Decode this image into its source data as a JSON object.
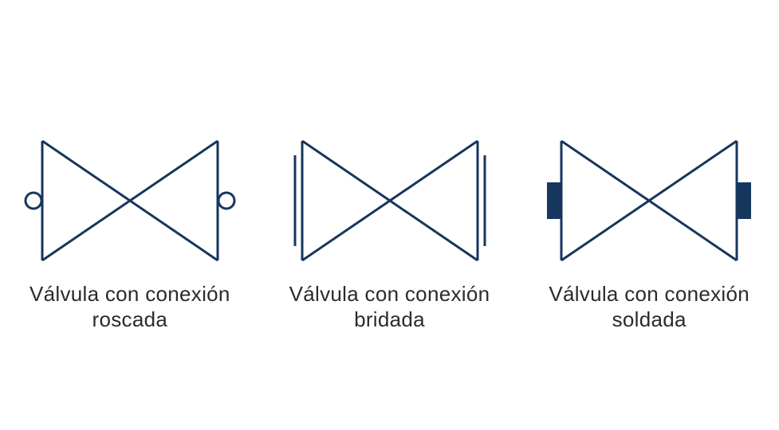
{
  "page": {
    "background": "#ffffff"
  },
  "colors": {
    "symbol_navy": "#17365D",
    "label_text": "#2b2b2b"
  },
  "symbols": [
    {
      "icon": "valve-threaded-connection-symbol",
      "label_line1": "Válvula con conexión",
      "label_line2": "roscada"
    },
    {
      "icon": "valve-flanged-connection-symbol",
      "label_line1": "Válvula con conexión",
      "label_line2": "bridada"
    },
    {
      "icon": "valve-welded-connection-symbol",
      "label_line1": "Válvula con conexión",
      "label_line2": "soldada"
    }
  ]
}
